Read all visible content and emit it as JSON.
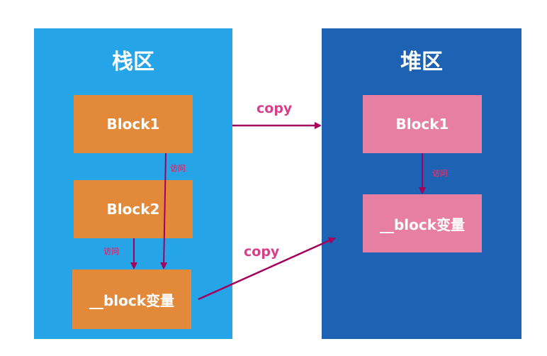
{
  "stack_region": {
    "title": "栈区"
  },
  "heap_region": {
    "title": "堆区"
  },
  "stack_boxes": {
    "block1": "Block1",
    "block2": "Block2",
    "block_var": "__block变量"
  },
  "heap_boxes": {
    "block1": "Block1",
    "block_var": "__block变量"
  },
  "edge_labels": {
    "access": "访问",
    "copy": "copy"
  },
  "colors": {
    "stack_bg": "#26a4e8",
    "heap_bg": "#1e63b3",
    "stack_box": "#e3893a",
    "heap_box": "#e77fa3",
    "arrow": "#a3005e",
    "copy_text": "#d63f8a"
  }
}
